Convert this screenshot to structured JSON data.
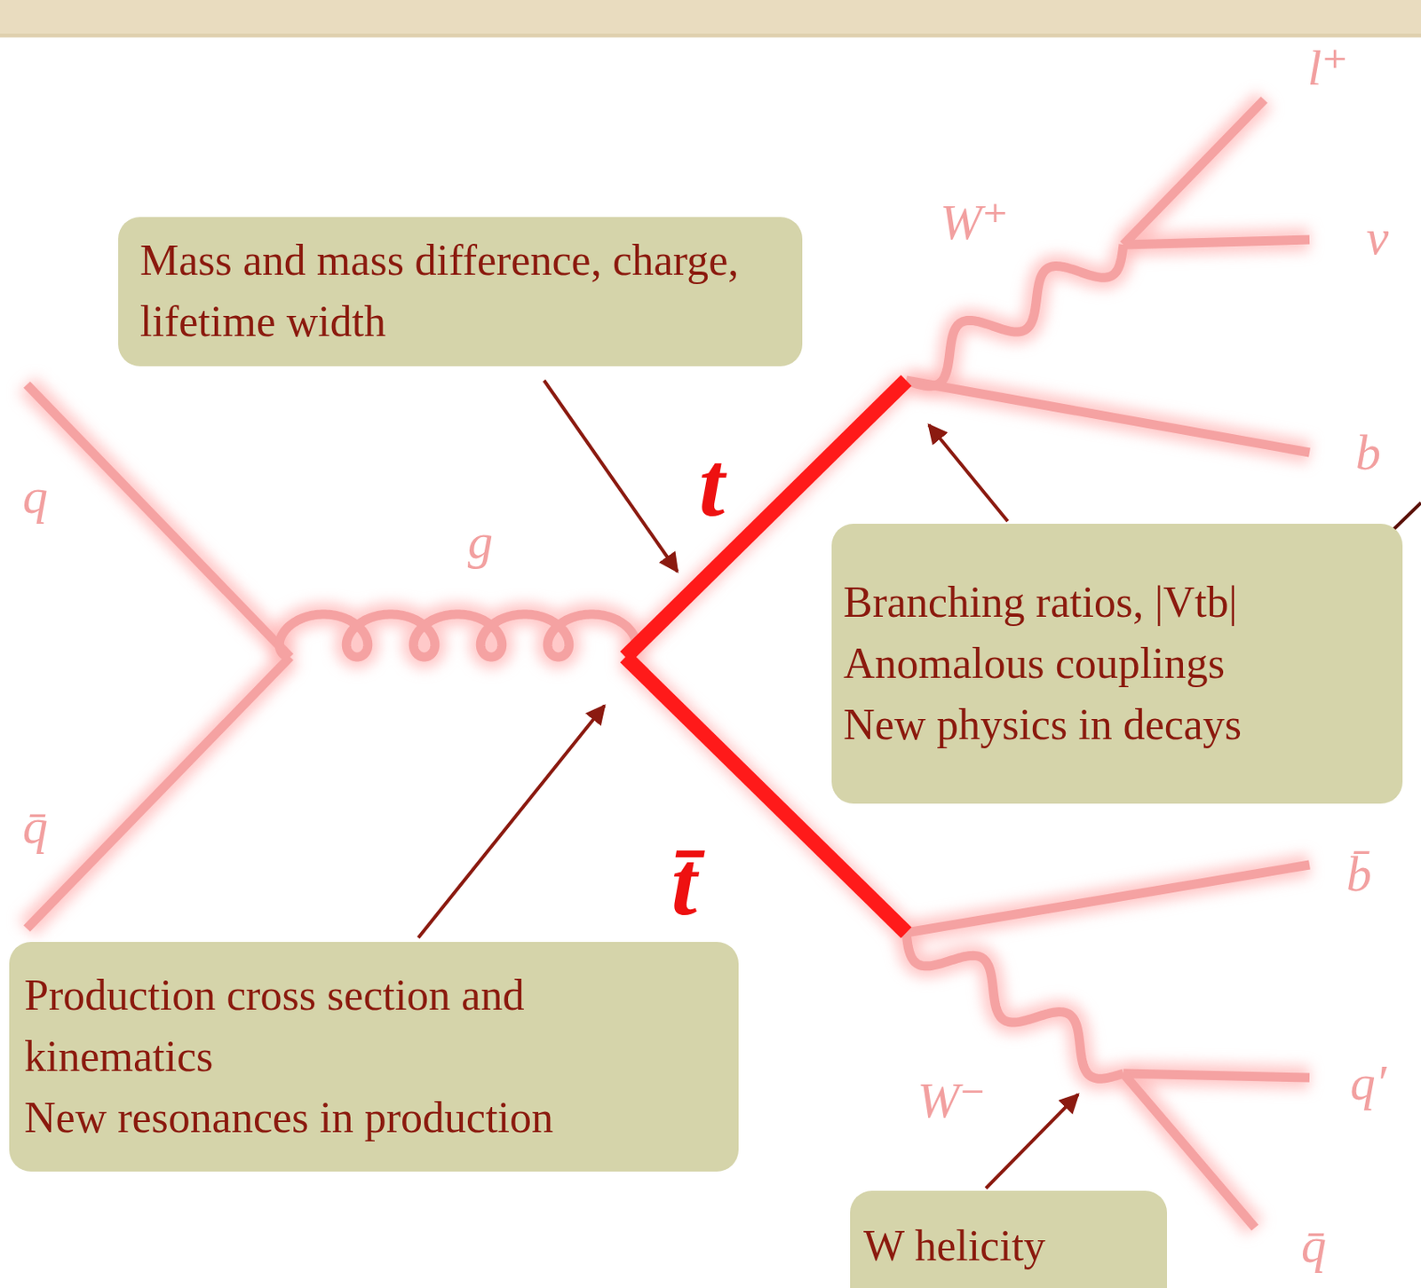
{
  "diagram": {
    "nodes": [
      {
        "text": [
          "Mass and mass difference, charge, lifetime width"
        ]
      },
      {
        "text": [
          "Production cross section and kinematics",
          "New resonances in production"
        ]
      },
      {
        "text": [
          "Branching ratios, |Vtb|",
          "Anomalous couplings",
          "New physics in decays"
        ]
      },
      {
        "text": [
          "W helicity"
        ]
      }
    ],
    "labels": [
      "l⁺",
      "W⁺",
      "ν",
      "b",
      "t",
      "q",
      "g",
      "t̄",
      "q̄",
      "b̄",
      "W⁻",
      "q′",
      "q̄"
    ]
  }
}
